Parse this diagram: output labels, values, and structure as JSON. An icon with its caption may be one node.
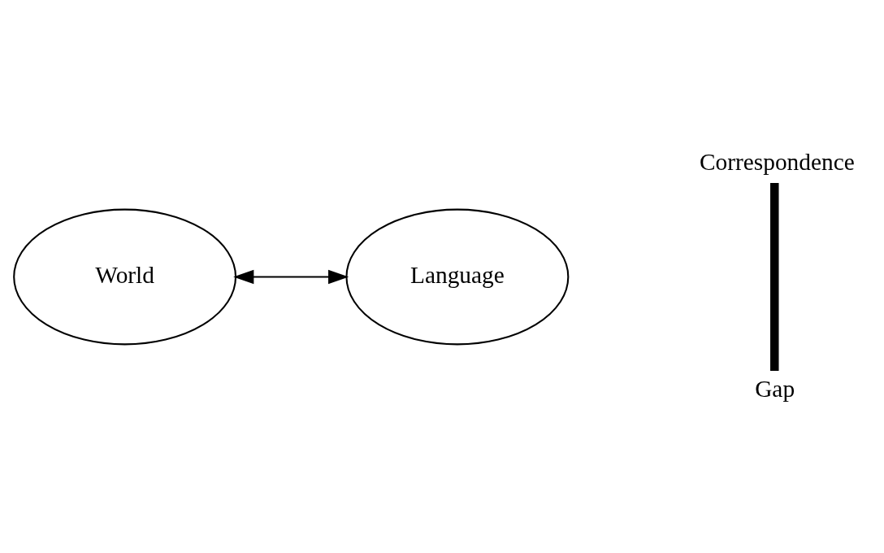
{
  "diagram": {
    "nodes": [
      {
        "text": [
          "World"
        ]
      },
      {
        "text": [
          "Correspondence",
          "Gap"
        ]
      },
      {
        "text": [
          "Language"
        ]
      }
    ],
    "edges": [
      {
        "from": 0,
        "to": 2,
        "arrow": "both"
      }
    ]
  }
}
